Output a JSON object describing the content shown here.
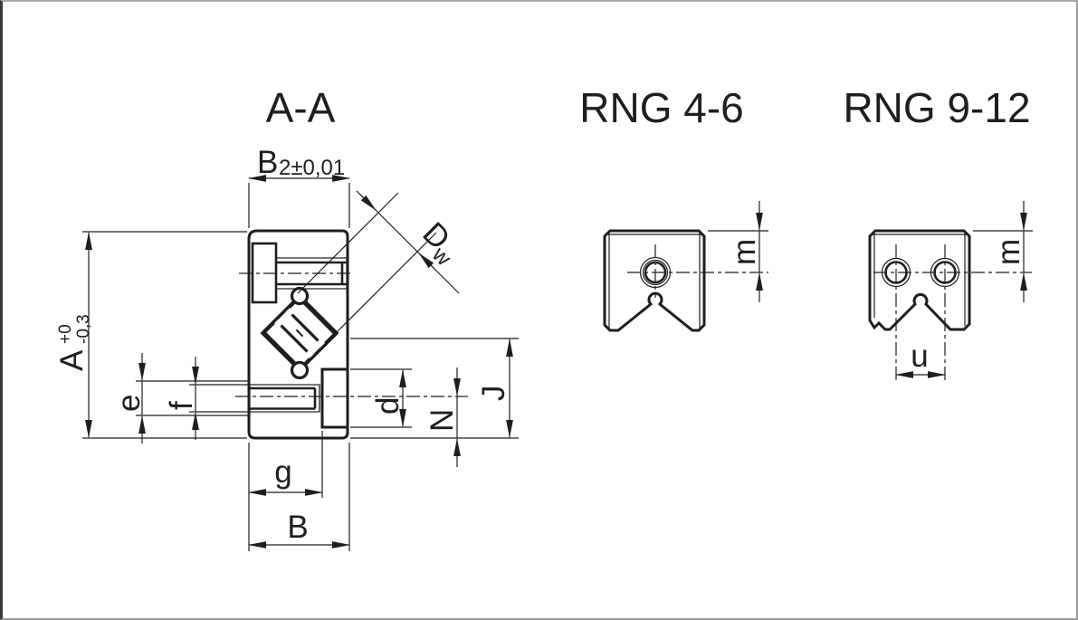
{
  "drawing": {
    "section_title": "A-A",
    "view2_title": "RNG 4-6",
    "view3_title": "RNG 9-12",
    "dims": {
      "b2_main": "B",
      "b2_sub": "2±0,01",
      "dw_main": "D",
      "dw_sub": "w",
      "a_main": "A",
      "a_tol_upper": "+0",
      "a_tol_lower": "-0,3",
      "e": "e",
      "f": "f",
      "g": "g",
      "b": "B",
      "d": "d",
      "n": "N",
      "j": "J",
      "m_rng46": "m",
      "m_rng912": "m",
      "u": "u"
    },
    "colors": {
      "line": "#1e1e1e",
      "background": "#ffffff"
    }
  }
}
